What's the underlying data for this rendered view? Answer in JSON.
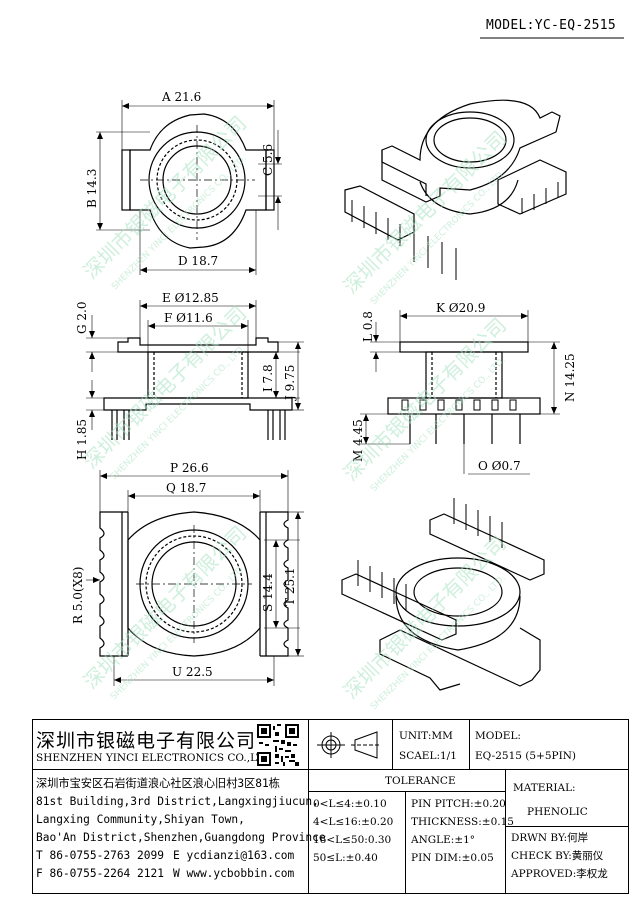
{
  "model_label": "MODEL:YC-EQ-2515",
  "dims": {
    "A": "A 21.6",
    "B": "B 14.3",
    "C": "C 5.6",
    "D": "D 18.7",
    "E": "E Ø12.85",
    "F": "F Ø11.6",
    "G": "G 2.0",
    "H": "H 1.85",
    "I": "I 7.8",
    "J": "J 9.75",
    "K": "K Ø20.9",
    "L": "L 0.8",
    "M": "M 4.45",
    "N": "N 14.25",
    "O": "O Ø0.7",
    "P": "P 26.6",
    "Q": "Q 18.7",
    "R": "R 5.0(X8)",
    "S": "S 14.4",
    "T": "T 25.1",
    "U": "U 22.5"
  },
  "watermark": {
    "cn": "深圳市银磁电子有限公司",
    "en": "SHENZHEN YINCI ELECTRONICS CO., LTD."
  },
  "title_block": {
    "company_cn": "深圳市银磁电子有限公司",
    "company_en": "SHENZHEN YINCI ELECTRONICS CO.,LTD.",
    "unit": "UNIT:MM",
    "scale": "SCAEL:1/1",
    "model_header": "MODEL:",
    "model_value": "EQ-2515 (5+5PIN)",
    "address": [
      "深圳市宝安区石岩街道浪心社区浪心旧村3区81栋",
      "81st Building,3rd District,Langxingjiucun,",
      "Langxing Community,Shiyan Town,",
      "Bao'An District,Shenzhen,Guangdong Province"
    ],
    "tel": "T 86-0755-2763 2099",
    "fax": "F 86-0755-2264 2121",
    "email": "E ycdianzi@163.com",
    "web": "W www.ycbobbin.com",
    "tolerance_header": "TOLERANCE",
    "tolerance_len": [
      "0<L≤4:±0.10",
      "4<L≤16:±0.20",
      "16<L≤50:0.30",
      "50≤L:±0.40"
    ],
    "tolerance_other": [
      "PIN PITCH:±0.20",
      "THICKNESS:±0.15",
      "ANGLE:±1°",
      "PIN DIM:±0.05"
    ],
    "material_header": "MATERIAL:",
    "material_value": "PHENOLIC",
    "drawn_by": "DRWN BY:何岸",
    "check_by": "CHECK BY:黄丽仪",
    "approved": "APPROVED:李权龙"
  }
}
